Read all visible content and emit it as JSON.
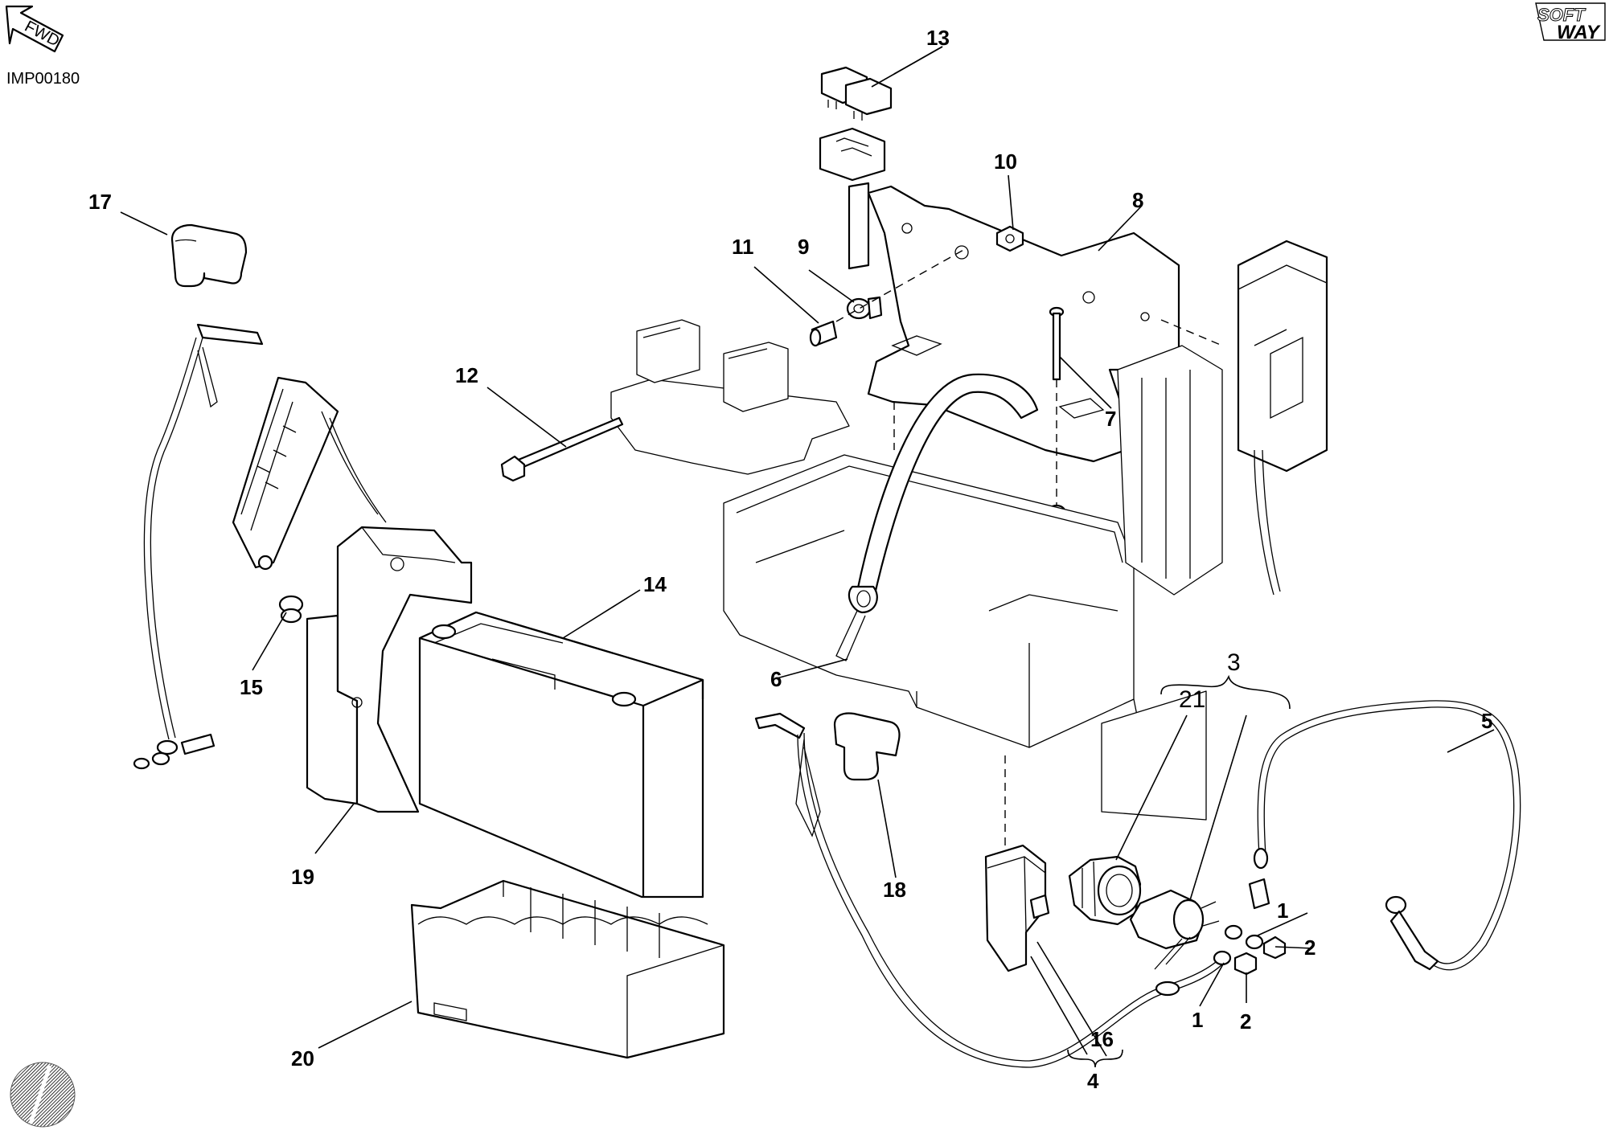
{
  "drawing": {
    "code": "IMP00180",
    "fwd_label": "FWD",
    "brand_logo": "SOFT WAY"
  },
  "callouts": [
    "1",
    "1",
    "2",
    "2",
    "3",
    "4",
    "5",
    "6",
    "7",
    "8",
    "9",
    "10",
    "11",
    "12",
    "13",
    "14",
    "15",
    "16",
    "17",
    "18",
    "19",
    "20",
    "21"
  ]
}
